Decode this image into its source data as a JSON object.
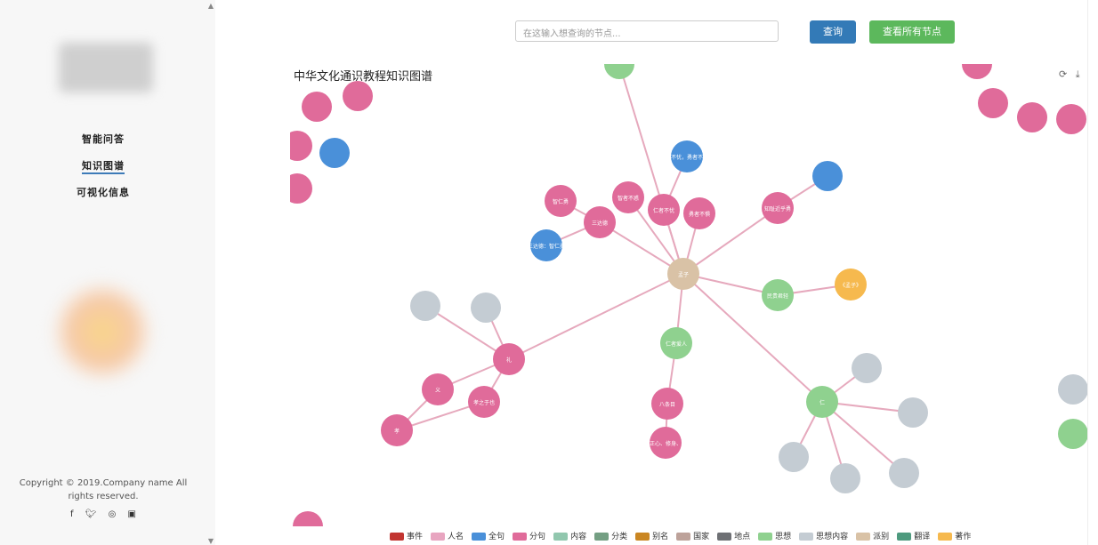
{
  "sidebar": {
    "nav": [
      "智能问答",
      "知识图谱",
      "可视化信息"
    ],
    "active_index": 1,
    "copyright": "Copyright © 2019.Company name All rights reserved.",
    "social_icons": [
      "facebook-icon",
      "twitter-icon",
      "instagram-icon",
      "linkedin-icon"
    ]
  },
  "toolbar": {
    "search_placeholder": "在这输入想查询的节点...",
    "query_label": "查询",
    "show_all_label": "查看所有节点"
  },
  "graph": {
    "title": "中华文化通识教程知识图谱",
    "nodes": [
      {
        "label": "孟子",
        "color": "#d9c2a6"
      },
      {
        "label": "仁者不忧",
        "color": "#e06b9a"
      },
      {
        "label": "勇者不惧",
        "color": "#e06b9a"
      },
      {
        "label": "智者不惑",
        "color": "#e06b9a"
      },
      {
        "label": "三达德",
        "color": "#e06b9a"
      },
      {
        "label": "智仁勇",
        "color": "#e06b9a"
      },
      {
        "label": "仁者不忧，勇者不惧。",
        "color": "#4a90d9"
      },
      {
        "label": "三达德：智仁勇",
        "color": "#4a90d9"
      },
      {
        "label": "知耻近乎勇",
        "color": "#e06b9a"
      },
      {
        "label": "民贵君轻",
        "color": "#8fd18f"
      },
      {
        "label": "《孟子》",
        "color": "#f6b94e"
      },
      {
        "label": "礼",
        "color": "#e06b9a"
      },
      {
        "label": "仁者爱人",
        "color": "#8fd18f"
      },
      {
        "label": "八条目",
        "color": "#e06b9a"
      },
      {
        "label": "仁",
        "color": "#8fd18f"
      },
      {
        "label": "孝之于也",
        "color": "#e06b9a"
      },
      {
        "label": "义",
        "color": "#e06b9a"
      },
      {
        "label": "孝",
        "color": "#e06b9a"
      },
      {
        "label": "格物、致知、诚意、正心、修身、齐家、治国、平天下",
        "color": "#e06b9a"
      }
    ]
  },
  "legend": [
    {
      "label": "事件",
      "color": "#c23531"
    },
    {
      "label": "人名",
      "color": "#e8a5c0"
    },
    {
      "label": "全句",
      "color": "#4a90d9"
    },
    {
      "label": "分句",
      "color": "#e06b9a"
    },
    {
      "label": "内容",
      "color": "#91c7ae"
    },
    {
      "label": "分类",
      "color": "#749f83"
    },
    {
      "label": "别名",
      "color": "#ca8622"
    },
    {
      "label": "国家",
      "color": "#bda29a"
    },
    {
      "label": "地点",
      "color": "#6e7074"
    },
    {
      "label": "思想",
      "color": "#8fd18f"
    },
    {
      "label": "思想内容",
      "color": "#c4ccd3"
    },
    {
      "label": "派别",
      "color": "#d9c2a6"
    },
    {
      "label": "翻译",
      "color": "#4e9a7e"
    },
    {
      "label": "著作",
      "color": "#f6b94e"
    }
  ]
}
